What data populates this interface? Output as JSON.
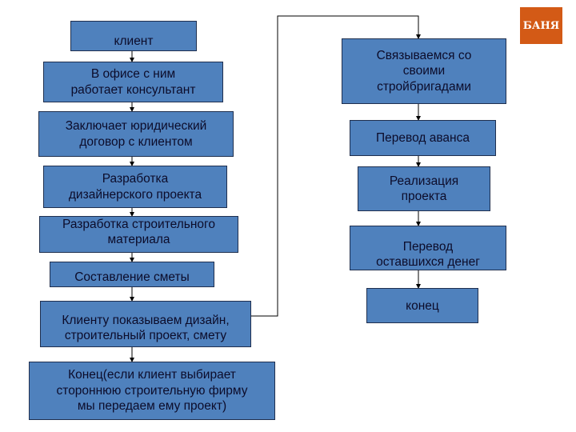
{
  "logo": {
    "text": "БАНЯ",
    "color": "#d35a16"
  },
  "colors": {
    "box_fill": "#4f81bd",
    "text": "#0c0c2a"
  },
  "left_flow": [
    {
      "label": "клиент"
    },
    {
      "label": "В офисе с ним\nработает консультант"
    },
    {
      "label": "Заключает юридический\nдоговор с клиентом"
    },
    {
      "label": "Разработка\nдизайнерского проекта"
    },
    {
      "label": "Разработка строительного\nматериала"
    },
    {
      "label": "Составление сметы"
    },
    {
      "label": "Клиенту показываем дизайн,\nстроительный проект, смету"
    },
    {
      "label": "Конец(если клиент выбирает\nстороннюю строительную фирму\nмы передаем ему проект)"
    }
  ],
  "right_flow": [
    {
      "label": "Связываемся со\nсвоими\nстройбригадами"
    },
    {
      "label": "Перевод аванса"
    },
    {
      "label": "Реализация\nпроекта"
    },
    {
      "label": "Перевод\nоставшихся денег"
    },
    {
      "label": "конец"
    }
  ]
}
